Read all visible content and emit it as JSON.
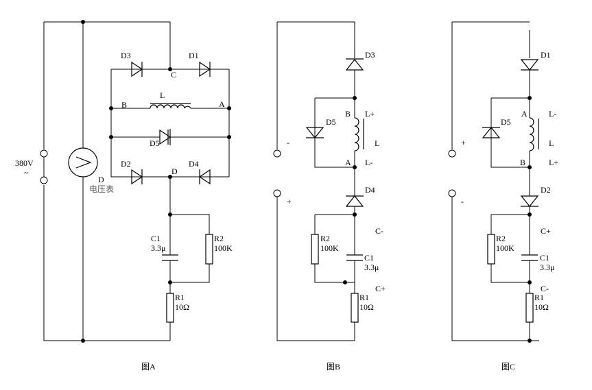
{
  "figureA": {
    "caption": "图A",
    "source_voltage": "380V",
    "source_tilde": "~",
    "meter_node": "D",
    "meter_label": "电压表",
    "diodes": {
      "d1": "D1",
      "d2": "D2",
      "d3": "D3",
      "d4": "D4",
      "d5": "D5"
    },
    "nodes": {
      "a": "A",
      "b": "B",
      "c": "C",
      "d": "D"
    },
    "inductor": "L",
    "c1": {
      "name": "C1",
      "value": "3.3μ"
    },
    "r2": {
      "name": "R2",
      "value": "100K"
    },
    "r1": {
      "name": "R1",
      "value": "10Ω"
    }
  },
  "figureB": {
    "caption": "图B",
    "terminal_top": "-",
    "terminal_bottom": "+",
    "diodes": {
      "d3": "D3",
      "d4": "D4",
      "d5": "D5"
    },
    "nodes": {
      "b": "B",
      "a": "A"
    },
    "inductor": {
      "name": "L",
      "plus": "L+",
      "minus": "L-"
    },
    "c_top": "C-",
    "c_bottom": "C+",
    "c1": {
      "name": "C1",
      "value": "3.3μ"
    },
    "r2": {
      "name": "R2",
      "value": "100K"
    },
    "r1": {
      "name": "R1",
      "value": "10Ω"
    }
  },
  "figureC": {
    "caption": "图C",
    "terminal_top": "+",
    "terminal_bottom": "-",
    "diodes": {
      "d1": "D1",
      "d2": "D2",
      "d5": "D5"
    },
    "nodes": {
      "a": "A",
      "b": "B"
    },
    "inductor": {
      "name": "L",
      "minus": "L-",
      "plus": "L+"
    },
    "c_top": "C+",
    "c_bottom": "C-",
    "c1": {
      "name": "C1",
      "value": "3.3μ"
    },
    "r2": {
      "name": "R2",
      "value": "100K"
    },
    "r1": {
      "name": "R1",
      "value": "10Ω"
    }
  }
}
